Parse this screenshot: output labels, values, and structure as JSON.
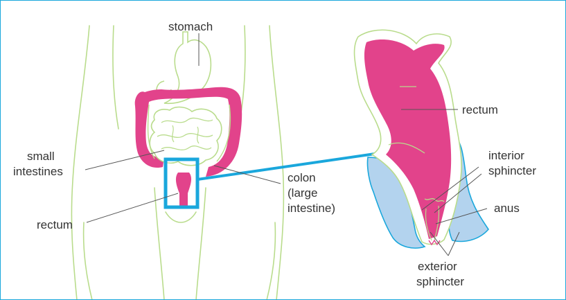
{
  "labels": {
    "stomach": "stomach",
    "small_line1": "small",
    "small_line2": "intestines",
    "rectum_left": "rectum",
    "colon_line1": "colon",
    "colon_line2": "(large",
    "colon_line3": "intestine)",
    "rectum_right": "rectum",
    "interior_line1": "interior",
    "interior_line2": "sphincter",
    "anus": "anus",
    "exterior_line1": "exterior",
    "exterior_line2": "sphincter"
  },
  "colors": {
    "frame": "#1aa7dc",
    "body_outline": "#b9dc8c",
    "intestine": "#e2438b",
    "highlight_box": "#1aa7dc",
    "sphincter_fill": "#b3d3ee",
    "sphincter_stroke": "#1aa7dc"
  }
}
